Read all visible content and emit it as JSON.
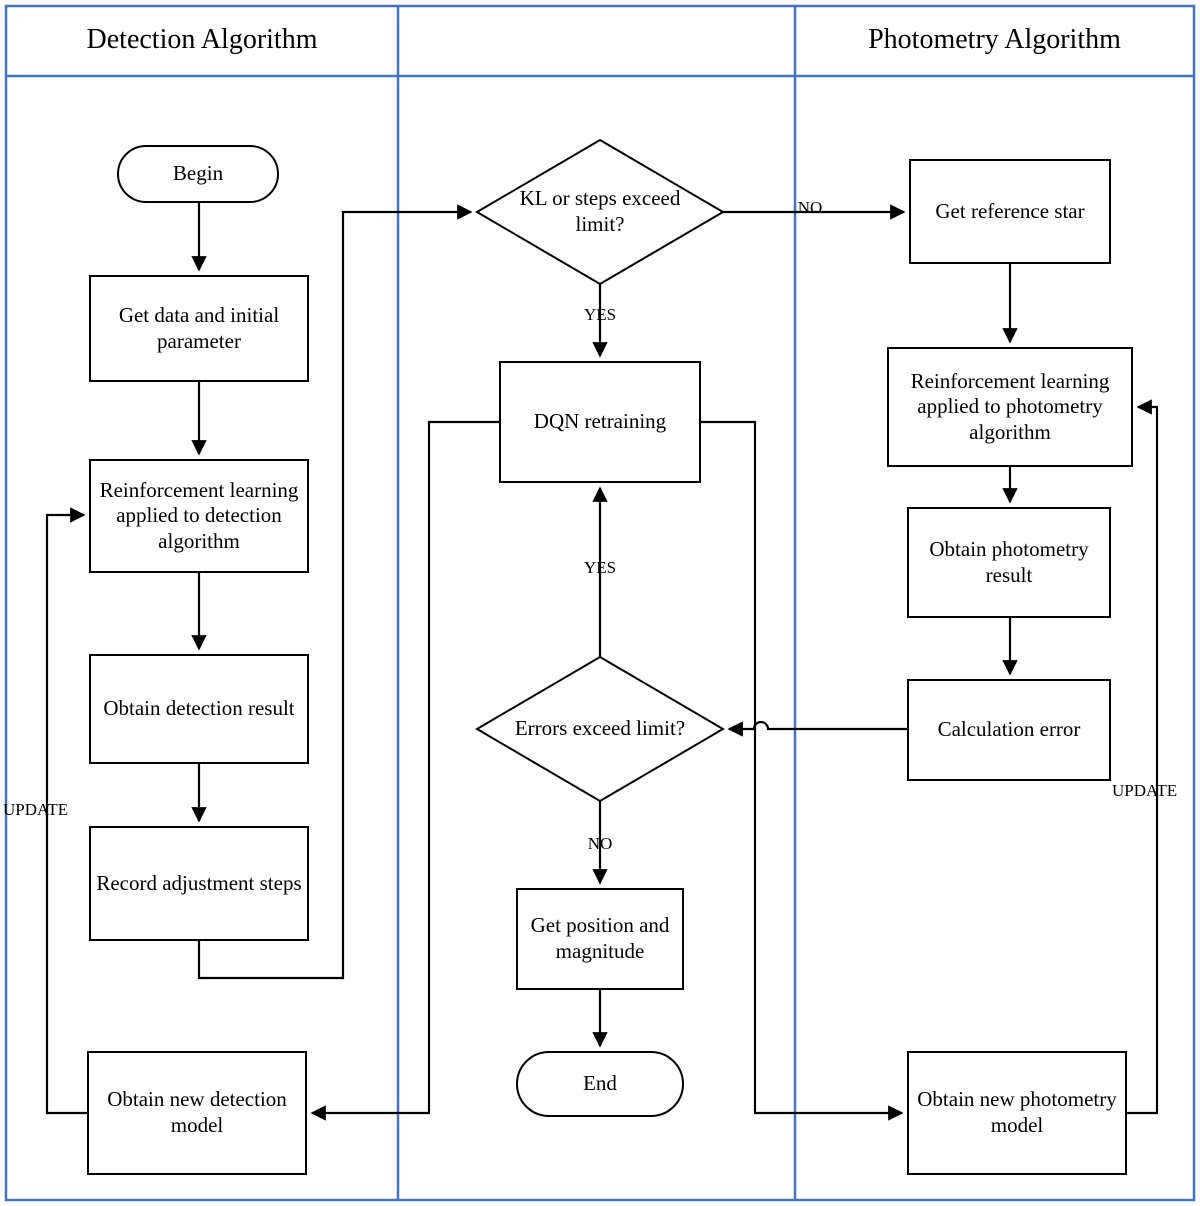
{
  "diagram": {
    "title": "Reinforcement learning detection and photometry algorithm flowchart",
    "lane_divider_color": "#4472C4",
    "node_border_color": "#000000",
    "node_fill_color": "#FFFFFF",
    "connector_color": "#000000"
  },
  "lanes": [
    {
      "id": "detection",
      "title": "Detection Algorithm"
    },
    {
      "id": "middle",
      "title": ""
    },
    {
      "id": "photometry",
      "title": "Photometry Algorithm"
    }
  ],
  "nodes": {
    "begin": {
      "label": "Begin",
      "shape": "terminator"
    },
    "get_data": {
      "label": "Get data and initial parameter",
      "shape": "process"
    },
    "rl_detection": {
      "label": "Reinforcement learning applied to detection algorithm",
      "shape": "process"
    },
    "obtain_detection_result": {
      "label": "Obtain detection result",
      "shape": "process"
    },
    "record_steps": {
      "label": "Record adjustment steps",
      "shape": "process"
    },
    "obtain_new_detection_model": {
      "label": "Obtain new detection model",
      "shape": "process"
    },
    "kl_or_steps": {
      "label": "KL or steps exceed limit?",
      "shape": "decision"
    },
    "dqn_retraining": {
      "label": "DQN retraining",
      "shape": "process"
    },
    "errors_exceed": {
      "label": "Errors exceed limit?",
      "shape": "decision"
    },
    "get_position": {
      "label": "Get position and magnitude",
      "shape": "process"
    },
    "end": {
      "label": "End",
      "shape": "terminator"
    },
    "get_reference_star": {
      "label": "Get reference star",
      "shape": "process"
    },
    "rl_photometry": {
      "label": "Reinforcement learning applied to photometry algorithm",
      "shape": "process"
    },
    "obtain_photometry_result": {
      "label": "Obtain photometry result",
      "shape": "process"
    },
    "calculation_error": {
      "label": "Calculation error",
      "shape": "process"
    },
    "obtain_new_photometry_model": {
      "label": "Obtain new photometry model",
      "shape": "process"
    }
  },
  "edge_labels": {
    "kl_no": "NO",
    "kl_yes": "YES",
    "errors_yes": "YES",
    "errors_no": "NO",
    "update_left": "UPDATE",
    "update_right": "UPDATE"
  }
}
